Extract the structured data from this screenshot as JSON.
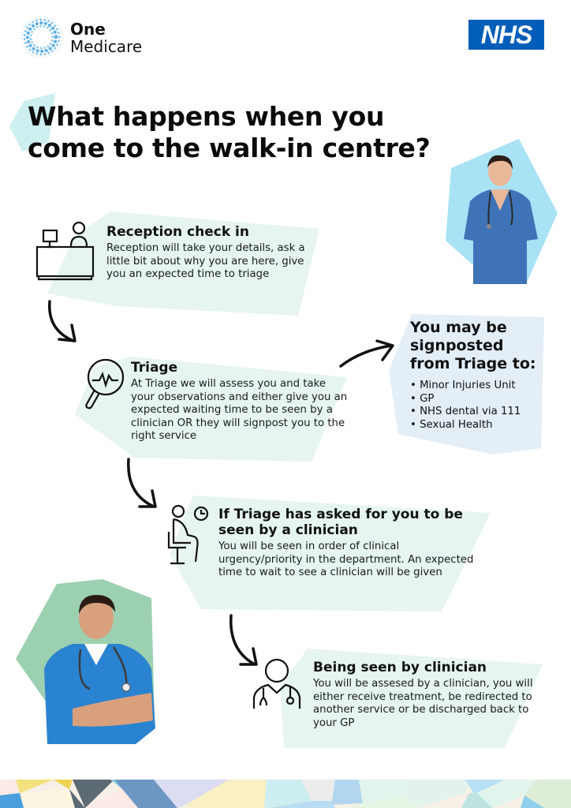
{
  "header": {
    "logo_line1": "One",
    "logo_line2": "Medicare",
    "nhs_badge": "NHS"
  },
  "title": {
    "line1": "What happens when you",
    "line2": "come to the walk-in centre?"
  },
  "steps": [
    {
      "icon": "reception-desk-icon",
      "title": "Reception check in",
      "body": "Reception will take your details, ask a little bit about why you are here, give you an expected time to triage"
    },
    {
      "icon": "magnifier-heartbeat-icon",
      "title": "Triage",
      "body": "At Triage we will assess you and take your observations and either give you an expected waiting time to be seen by a clinician OR they will signpost you to the right service"
    },
    {
      "icon": "seated-patient-clock-icon",
      "title": "If Triage has asked for you to be seen by a clinician",
      "body": "You will be seen in order of clinical urgency/priority in the department. An expected time to wait to see a clinician will be given"
    },
    {
      "icon": "clinician-stethoscope-icon",
      "title": "Being seen by clinician",
      "body": "You will be assesed by a clinician, you will either receive treatment, be redirected to another service or be discharged back to your GP"
    }
  ],
  "signpost": {
    "title_line1": "You may be",
    "title_line2": "signposted",
    "title_line3": "from Triage to:",
    "items": [
      "Minor Injuries Unit",
      "GP",
      "NHS dental via 111",
      "Sexual Health"
    ]
  },
  "colors": {
    "nhs_blue": "#005EB8",
    "step_bg": "#E6F5EE",
    "signpost_bg": "#E3EEF7",
    "photo_bg_blue": "#A8E2F5",
    "photo_bg_green": "#9BD0B0"
  }
}
